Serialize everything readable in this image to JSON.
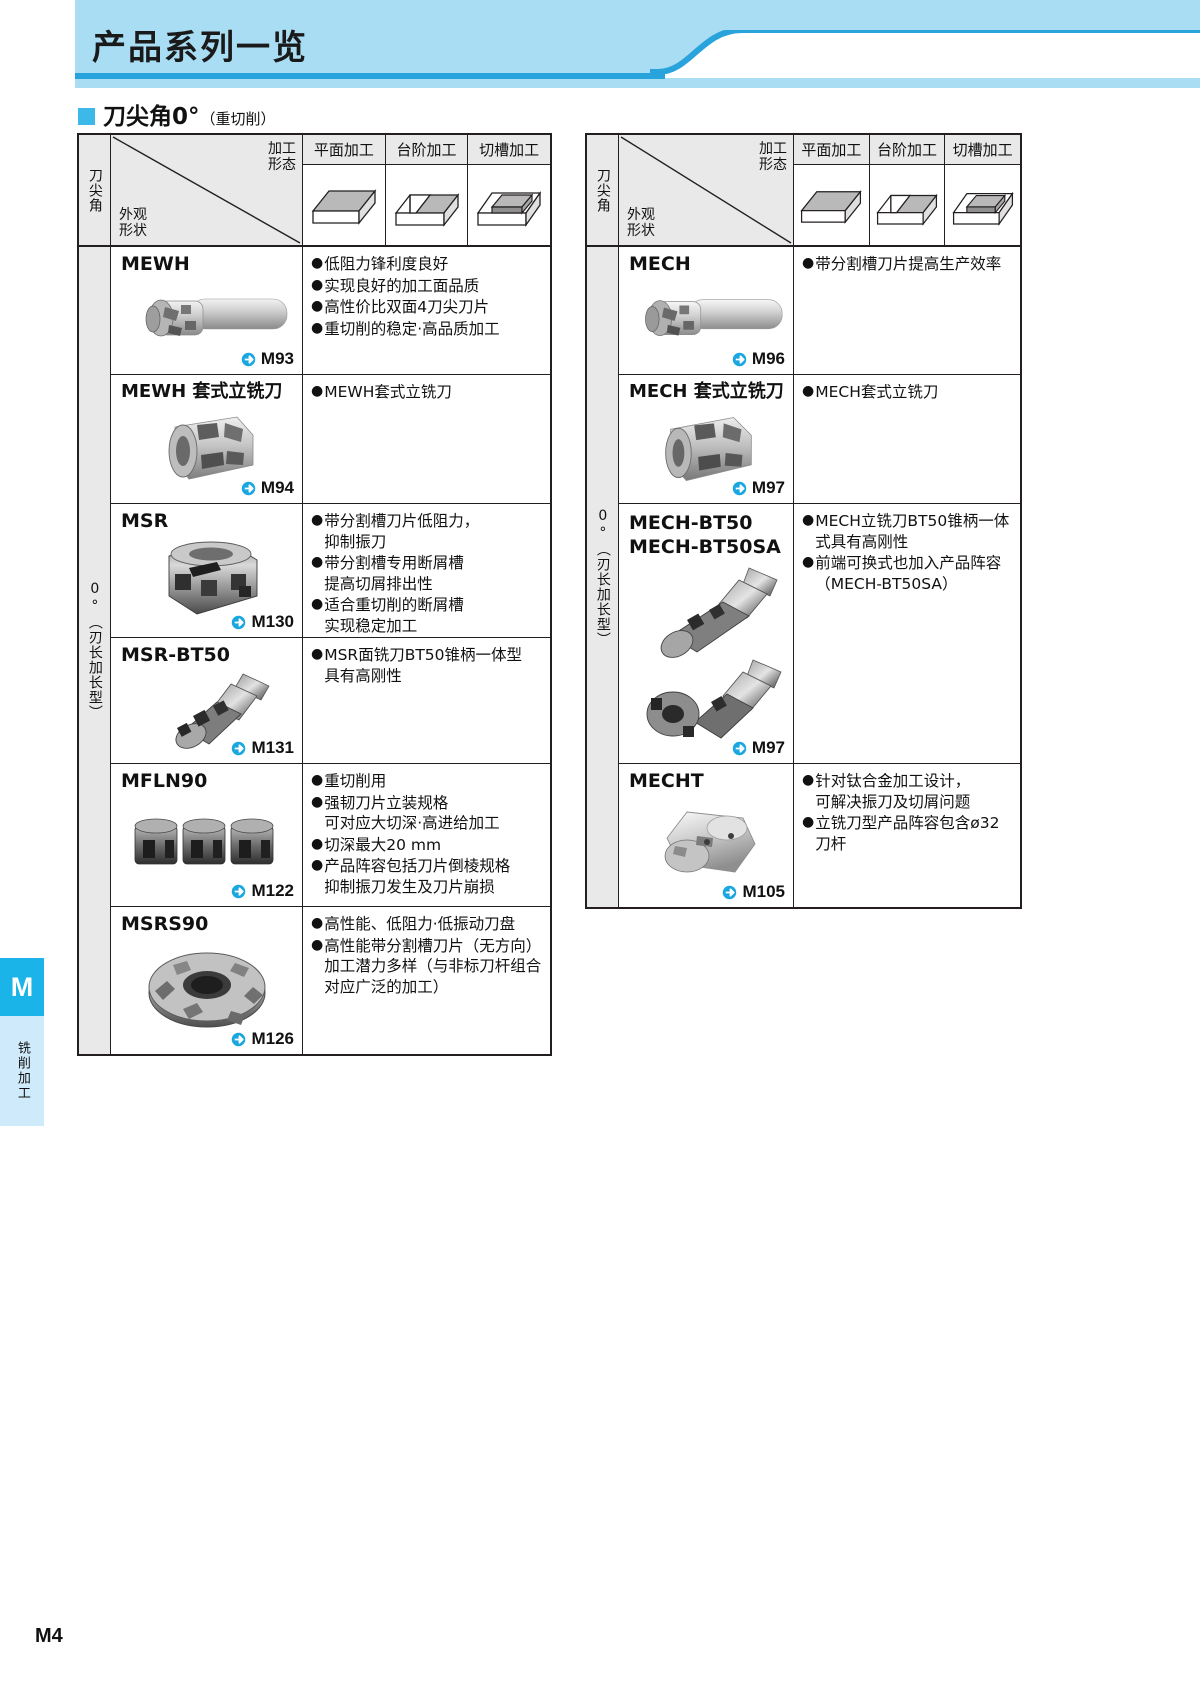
{
  "header": {
    "title": "产品系列一览",
    "accent_color": "#a9ddf4",
    "rule_color": "#29a3dc"
  },
  "section": {
    "bullet_color": "#3cb9e8",
    "title_main": "刀尖角0°",
    "title_sub": "（重切削）"
  },
  "table_header": {
    "angle_label": "刀尖角",
    "process_label": "加工\n形态",
    "shape_label": "外观\n形状",
    "columns": [
      {
        "label": "平面加工",
        "icon": "flat-machining-icon"
      },
      {
        "label": "台阶加工",
        "icon": "step-machining-icon"
      },
      {
        "label": "切槽加工",
        "icon": "groove-machining-icon"
      }
    ]
  },
  "left_table": {
    "side_label": "0°（刃长加长型）",
    "rows": [
      {
        "name": "MEWH",
        "link": "M93",
        "image": "endmill-shank-tool",
        "bullets": [
          "低阻力锋利度良好",
          "实现良好的加工面品质",
          "高性价比双面4刀尖刀片",
          "重切削的稳定·高品质加工"
        ]
      },
      {
        "name": "MEWH 套式立铣刀",
        "link": "M94",
        "image": "shell-endmill-tool",
        "bullets": [
          "MEWH套式立铣刀"
        ]
      },
      {
        "name": "MSR",
        "link": "M130",
        "image": "face-mill-tool",
        "bullets": [
          "带分割槽刀片低阻力，\n抑制振刀",
          "带分割槽专用断屑槽\n提高切屑排出性",
          "适合重切削的断屑槽\n实现稳定加工"
        ]
      },
      {
        "name": "MSR-BT50",
        "link": "M131",
        "image": "bt50-shank-mill-tool",
        "bullets": [
          "MSR面铣刀BT50锥柄一体型\n具有高刚性"
        ]
      },
      {
        "name": "MFLN90",
        "link": "M122",
        "image": "cartridge-mill-tool",
        "bullets": [
          "重切削用",
          "强韧刀片立装规格\n可对应大切深·高进给加工",
          "切深最大20 mm",
          "产品阵容包括刀片倒棱规格\n抑制振刀发生及刀片崩损"
        ]
      },
      {
        "name": "MSRS90",
        "link": "M126",
        "image": "disc-face-mill-tool",
        "bullets": [
          "高性能、低阻力·低振动刀盘",
          "高性能带分割槽刀片（无方向）\n加工潜力多样（与非标刀杆组合\n对应广泛的加工）"
        ]
      }
    ]
  },
  "right_table": {
    "side_label": "0°（刃长加长型）",
    "rows": [
      {
        "name": "MECH",
        "link": "M96",
        "image": "endmill-shank-tool-2",
        "bullets": [
          "带分割槽刀片提高生产效率"
        ]
      },
      {
        "name": "MECH 套式立铣刀",
        "link": "M97",
        "image": "shell-endmill-tool-2",
        "bullets": [
          "MECH套式立铣刀"
        ]
      },
      {
        "name": "MECH-BT50\nMECH-BT50SA",
        "link": "M97",
        "image": "bt50-dual-tool",
        "bullets": [
          "MECH立铣刀BT50锥柄一体\n式具有高刚性",
          "前端可换式也加入产品阵容\n（MECH-BT50SA）"
        ]
      },
      {
        "name": "MECHT",
        "link": "M105",
        "image": "titanium-mill-tool",
        "bullets": [
          "针对钛合金加工设计，\n可解决振刀及切屑问题",
          "立铣刀型产品阵容包含ø32\n刀杆"
        ]
      }
    ]
  },
  "side_tab": {
    "letter": "M",
    "label": "铣削加工",
    "color": "#1bb4e8",
    "label_bg": "#cfeafb"
  },
  "footer": {
    "page_number": "M4"
  },
  "icons": {
    "link_arrow": "arrow-right-circle-icon"
  }
}
